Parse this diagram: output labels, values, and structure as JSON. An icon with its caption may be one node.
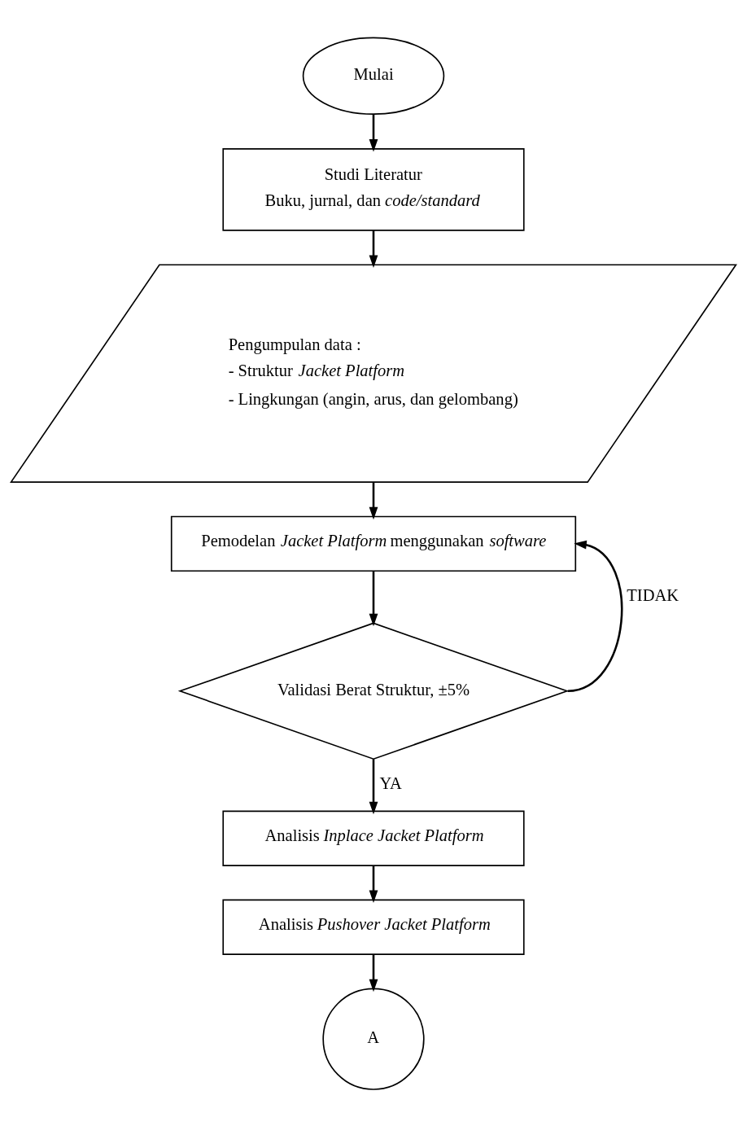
{
  "diagram": {
    "nodes": [
      {
        "text": [
          "Mulai"
        ]
      },
      {
        "text": [
          "Studi Literatur",
          "Buku, jurnal, dan *code/standard*"
        ]
      },
      {
        "text": [
          "Pengumpulan data :",
          "- Struktur *Jacket Platform*",
          "- Lingkungan (angin, arus, dan gelombang)"
        ]
      },
      {
        "text": [
          "Pemodelan *Jacket Platform* menggunakan *software*"
        ]
      },
      {
        "text": [
          "Validasi Berat Struktur, ±5%"
        ]
      },
      {
        "text": [
          "Analisis *Inplace Jacket Platform*"
        ]
      },
      {
        "text": [
          "Analisis *Pushover Jacket Platform*"
        ]
      },
      {
        "text": [
          "A"
        ]
      }
    ],
    "edges": [
      {
        "from": 0,
        "to": 1,
        "arrow": "to"
      },
      {
        "from": 1,
        "to": 2,
        "arrow": "to"
      },
      {
        "from": 2,
        "to": 3,
        "arrow": "to"
      },
      {
        "from": 3,
        "to": 4,
        "arrow": "to"
      },
      {
        "from": 4,
        "to": 3,
        "arrow": "to",
        "label": "TIDAK"
      },
      {
        "from": 4,
        "to": 5,
        "arrow": "to",
        "label": "YA"
      },
      {
        "from": 5,
        "to": 6,
        "arrow": "to"
      },
      {
        "from": 6,
        "to": 7,
        "arrow": "to"
      }
    ]
  }
}
